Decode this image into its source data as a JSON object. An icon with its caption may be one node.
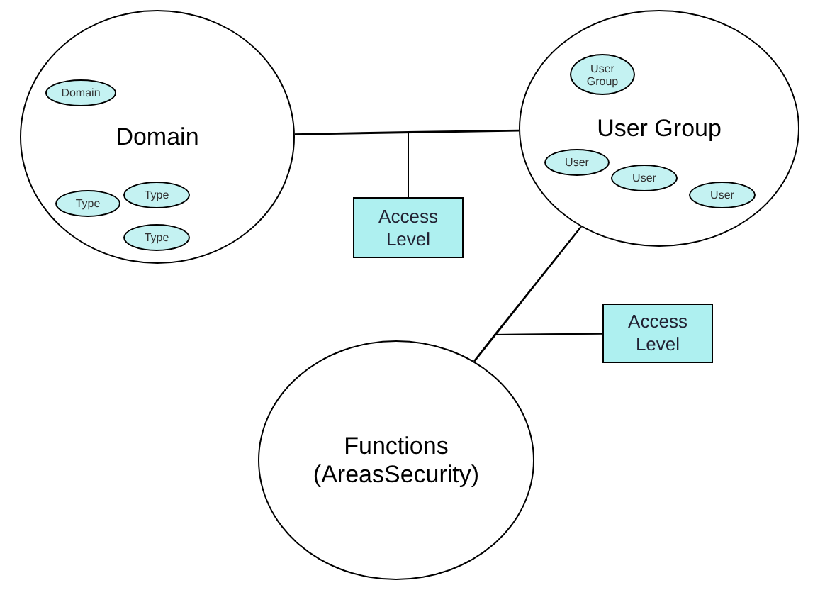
{
  "diagram": {
    "nodes": [
      {
        "text": [
          "Domain"
        ]
      },
      {
        "text": [
          "Domain"
        ],
        "in": 0
      },
      {
        "text": [
          "Type"
        ],
        "in": 0
      },
      {
        "text": [
          "Type"
        ],
        "in": 0
      },
      {
        "text": [
          "Type"
        ],
        "in": 0
      },
      {
        "text": [
          "User Group"
        ]
      },
      {
        "text": [
          "User Group"
        ],
        "in": 5
      },
      {
        "text": [
          "User"
        ],
        "in": 5
      },
      {
        "text": [
          "User"
        ],
        "in": 5
      },
      {
        "text": [
          "User"
        ],
        "in": 5
      },
      {
        "text": [
          "Access Level"
        ]
      },
      {
        "text": [
          "Access Level"
        ]
      },
      {
        "text": [
          "Functions (AreasSecurity)"
        ]
      }
    ],
    "edges": [
      {
        "from": 0,
        "to": 5,
        "arrow": "none"
      },
      {
        "from": 10,
        "to": 0,
        "arrow": "none"
      },
      {
        "from": 10,
        "to": 5,
        "arrow": "none"
      },
      {
        "from": 5,
        "to": 12,
        "arrow": "none"
      },
      {
        "from": 11,
        "to": 5,
        "arrow": "none"
      },
      {
        "from": 11,
        "to": 12,
        "arrow": "none"
      }
    ]
  }
}
